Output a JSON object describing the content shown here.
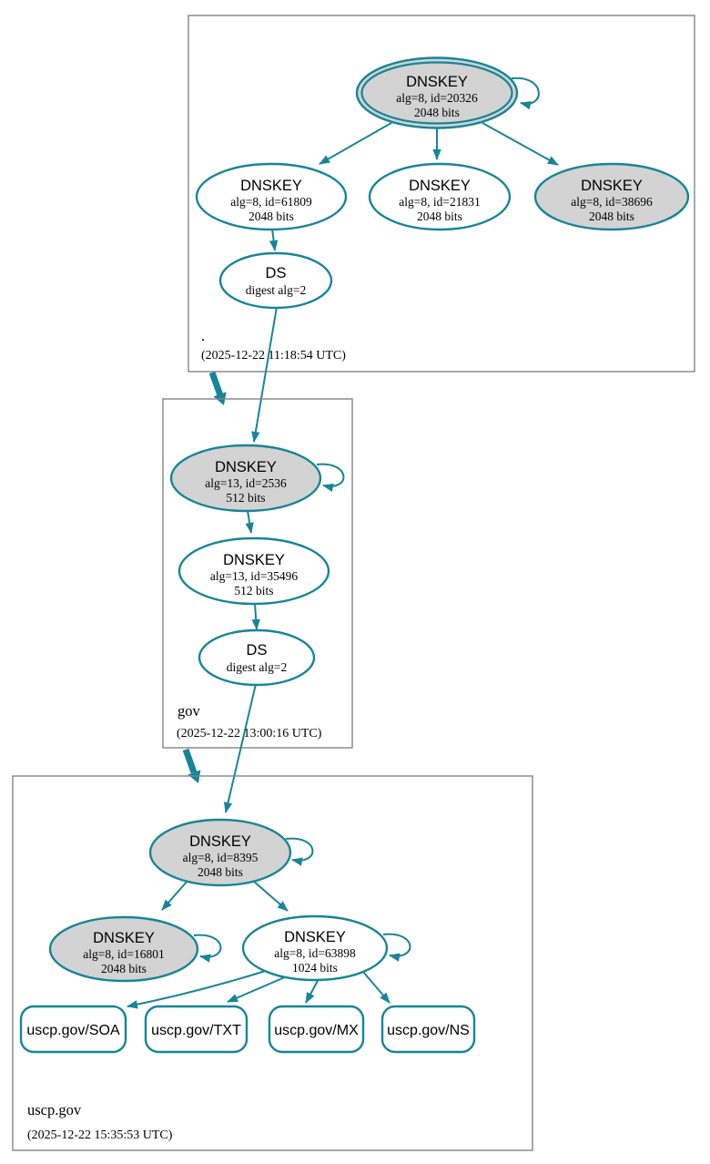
{
  "diagram": {
    "type": "dnssec-authentication-chain",
    "colors": {
      "edge": "#178597",
      "ksk_fill": "#d3d3d3",
      "node_fill": "#ffffff",
      "zone_border": "#848484",
      "text": "#000000"
    },
    "zones": {
      "root": {
        "label": ".",
        "timestamp": "(2025-12-22 11:18:54 UTC)",
        "ksk": {
          "title": "DNSKEY",
          "detail1": "alg=8, id=20326",
          "detail2": "2048 bits"
        },
        "zsk_61809": {
          "title": "DNSKEY",
          "detail1": "alg=8, id=61809",
          "detail2": "2048 bits"
        },
        "zsk_21831": {
          "title": "DNSKEY",
          "detail1": "alg=8, id=21831",
          "detail2": "2048 bits"
        },
        "zsk_38696": {
          "title": "DNSKEY",
          "detail1": "alg=8, id=38696",
          "detail2": "2048 bits"
        },
        "ds": {
          "title": "DS",
          "detail1": "digest alg=2"
        }
      },
      "gov": {
        "label": "gov",
        "timestamp": "(2025-12-22 13:00:16 UTC)",
        "ksk": {
          "title": "DNSKEY",
          "detail1": "alg=13, id=2536",
          "detail2": "512 bits"
        },
        "zsk": {
          "title": "DNSKEY",
          "detail1": "alg=13, id=35496",
          "detail2": "512 bits"
        },
        "ds": {
          "title": "DS",
          "detail1": "digest alg=2"
        }
      },
      "uscp": {
        "label": "uscp.gov",
        "timestamp": "(2025-12-22 15:35:53 UTC)",
        "ksk": {
          "title": "DNSKEY",
          "detail1": "alg=8, id=8395",
          "detail2": "2048 bits"
        },
        "key_16801": {
          "title": "DNSKEY",
          "detail1": "alg=8, id=16801",
          "detail2": "2048 bits"
        },
        "zsk_63898": {
          "title": "DNSKEY",
          "detail1": "alg=8, id=63898",
          "detail2": "1024 bits"
        },
        "rrsets": [
          {
            "label": "uscp.gov/SOA"
          },
          {
            "label": "uscp.gov/TXT"
          },
          {
            "label": "uscp.gov/MX"
          },
          {
            "label": "uscp.gov/NS"
          }
        ]
      }
    }
  }
}
